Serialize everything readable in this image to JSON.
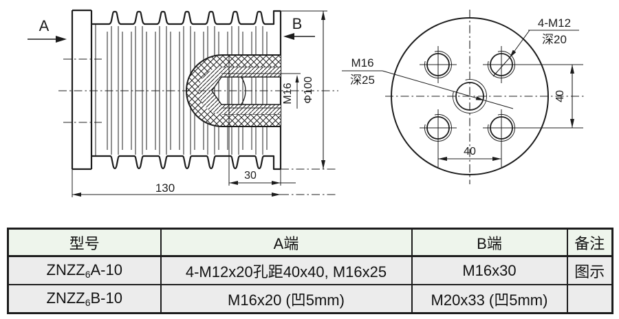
{
  "drawing": {
    "side_view": {
      "section_label_a": "A",
      "section_label_b": "B",
      "thread_label": "M16",
      "diameter_label": "Φ100",
      "depth_dim": "30",
      "length_dim": "130"
    },
    "end_view": {
      "corner_holes_label": "4-M12",
      "corner_holes_depth": "深20",
      "center_hole_label": "M16",
      "center_hole_depth": "深25",
      "vertical_spacing_dim": "40",
      "horizontal_spacing_dim": "40"
    }
  },
  "table": {
    "headers": [
      "型号",
      "A端",
      "B端",
      "备注"
    ],
    "rows": [
      {
        "model_prefix": "ZNZZ",
        "model_sub": "6",
        "model_suffix": "A-10",
        "a_end": "4-M12x20孔距40x40, M16x25",
        "b_end": "M16x30",
        "note": "图示"
      },
      {
        "model_prefix": "ZNZZ",
        "model_sub": "6",
        "model_suffix": "B-10",
        "a_end": "M16x20 (凹5mm)",
        "b_end": "M20x33 (凹5mm)",
        "note": ""
      }
    ],
    "colors": {
      "header_bg": "#eef5ec",
      "row_bg": "#ececec",
      "border": "#1c1c1c",
      "line": "#1c1c1c"
    }
  }
}
